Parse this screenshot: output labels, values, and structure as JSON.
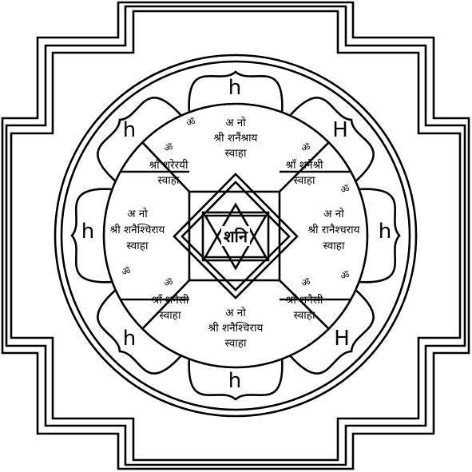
{
  "center": {
    "label": "शनि"
  },
  "sectors": [
    {
      "id": "top",
      "lines": [
        "अ नो",
        "श्री शनैंश्राय",
        "स्वाहा"
      ]
    },
    {
      "id": "top-right",
      "lines": [
        "ॐ",
        "श्राँ शनैश्री",
        "स्वाहा"
      ]
    },
    {
      "id": "right",
      "lines": [
        "अ नो",
        "श्री रानैश्चराय",
        "स्वाहा"
      ]
    },
    {
      "id": "bottom-right",
      "lines": [
        "ॐ",
        "श्राँ शनैसी",
        "स्वाहा"
      ]
    },
    {
      "id": "bottom",
      "lines": [
        "अ नो",
        "श्री शनैश्चिराय",
        "स्वाहा"
      ]
    },
    {
      "id": "bottom-left",
      "lines": [
        "ॐ",
        "श्राँ शनैसी",
        "स्वाहा"
      ]
    },
    {
      "id": "left",
      "lines": [
        "अ नो",
        "श्री शनैश्चिराय",
        "स्वाहा"
      ]
    },
    {
      "id": "top-left",
      "lines": [
        "ॐ",
        "श्राँ शरेरयी",
        "स्वाहा"
      ]
    }
  ],
  "small_oms": [
    {
      "id": "upper-left",
      "text": "ॐ"
    },
    {
      "id": "right-upper",
      "text": "ॐ"
    },
    {
      "id": "right-lower",
      "text": "ॐ"
    },
    {
      "id": "lower-left",
      "text": "ॐ"
    }
  ],
  "petal_symbols": [
    {
      "id": "top",
      "text": "h"
    },
    {
      "id": "top-right",
      "text": "H"
    },
    {
      "id": "right",
      "text": "h"
    },
    {
      "id": "bottom-right",
      "text": "H"
    },
    {
      "id": "bottom",
      "text": "h"
    },
    {
      "id": "bottom-left",
      "text": "h"
    },
    {
      "id": "left",
      "text": "h"
    },
    {
      "id": "top-left",
      "text": "h"
    }
  ]
}
